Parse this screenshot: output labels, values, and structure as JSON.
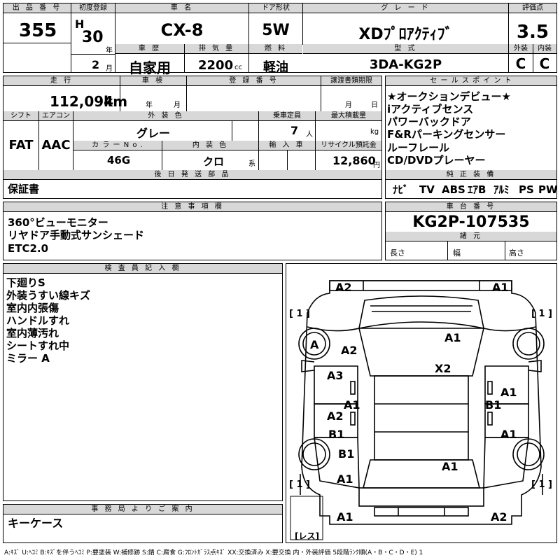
{
  "header": {
    "lot_label": "出 品 番 号",
    "lot_number": "355",
    "first_reg_label": "初度登録",
    "era": "H",
    "year": "30",
    "year_unit": "年",
    "month": "2",
    "month_unit": "月",
    "car_name_label": "車  名",
    "car_name": "CX-8",
    "door_label": "ドア形状",
    "door": "5W",
    "grade_label": "グ レ ー ド",
    "grade": "XDﾌﾟﾛｱｸﾃｨﾌﾞ",
    "score_label": "評価点",
    "score": "3.5",
    "history_label": "車 歴",
    "history": "自家用",
    "displacement_label": "排 気 量",
    "displacement": "2200",
    "displacement_unit": "cc",
    "fuel_label": "燃 料",
    "fuel": "軽油",
    "model_label": "型 式",
    "model": "3DA-KG2P",
    "exterior_label": "外装",
    "exterior": "C",
    "interior_label": "内装",
    "interior": "C"
  },
  "row2": {
    "mileage_label": "走 行",
    "mileage": "112,094",
    "mileage_unit": "km",
    "inspection_label": "車 検",
    "inspection_year": "年",
    "inspection_month": "月",
    "registration_label": "登 録 番 号",
    "transfer_label": "譲渡書類期限",
    "transfer_month": "月",
    "transfer_day": "日",
    "shift_label": "シフト",
    "shift": "FAT",
    "aircon_label": "エアコン",
    "aircon": "AAC",
    "exterior_color_label": "外 装 色",
    "exterior_color": "グレー",
    "capacity_label": "乗車定員",
    "capacity": "7",
    "capacity_unit": "人",
    "load_label": "最大積載量",
    "load_unit": "kg",
    "color_no_label": "カ ラ ー N o .",
    "color_no": "46G",
    "interior_color_label": "内 装 色",
    "interior_color": "クロ",
    "interior_color_unit": "系",
    "import_label": "輸 入 車",
    "recycle_label": "リサイクル預託金",
    "recycle": "12,860",
    "recycle_unit": "円",
    "later_docs_label": "後 日 発 送 部 品",
    "later_docs": "保証書"
  },
  "sales_points": {
    "label": "セ ー ル ス ポ イ ン ト",
    "items": [
      "★オークションデビュー★",
      "iアクティブセンス",
      "パワーバックドア",
      "F&Rパーキングセンサー",
      "ルーフレール",
      "CD/DVDプレーヤー"
    ],
    "equipment_label": "純 正 装 備",
    "equipment": [
      "ﾅﾋﾞ",
      "TV",
      "ABS",
      "ｴｱB",
      "ｱﾙﾐ",
      "PS",
      "PW"
    ]
  },
  "notes": {
    "label": "注 意 事 項 欄",
    "lines": [
      "360°ビューモニター",
      "リヤドア手動式サンシェード",
      "ETC2.0"
    ]
  },
  "chassis": {
    "label": "車 台 番 号",
    "number": "KG2P-107535",
    "specs_label": "諸 元",
    "length": "長さ",
    "width": "幅",
    "height": "高さ"
  },
  "inspector": {
    "label": "検 査 員 記 入 欄",
    "lines": [
      "下廻りS",
      "外装うすい線キズ",
      "室内内張傷",
      "ハンドルすれ",
      "室内薄汚れ",
      "シートすれ中",
      "ミラー A"
    ]
  },
  "office": {
    "label": "事 務 局 よ り ご 案 内",
    "text": "キーケース"
  },
  "diagram": {
    "tire_label": "[ 1 ]",
    "spare_label": "[レス]",
    "marks": [
      "A2",
      "A1",
      "A",
      "A2",
      "A1",
      "A3",
      "X2",
      "A1",
      "A1",
      "B1",
      "A2",
      "B1",
      "A1",
      "B1",
      "A1",
      "A1",
      "A1",
      "A2"
    ]
  },
  "legend": "A:ｷｽﾞ U:ﾍｺﾐ B:ｷｽﾞを伴うﾍｺﾐ P:要塗装 W:補修跡 S:錆 C:腐食 G:ﾌﾛﾝﾄｶﾞﾗｽ点ｷｽﾞ XX:交換済み X:要交換  内・外装評価 5段階ﾗﾝｸ順(A・B・C・D・E) 1"
}
